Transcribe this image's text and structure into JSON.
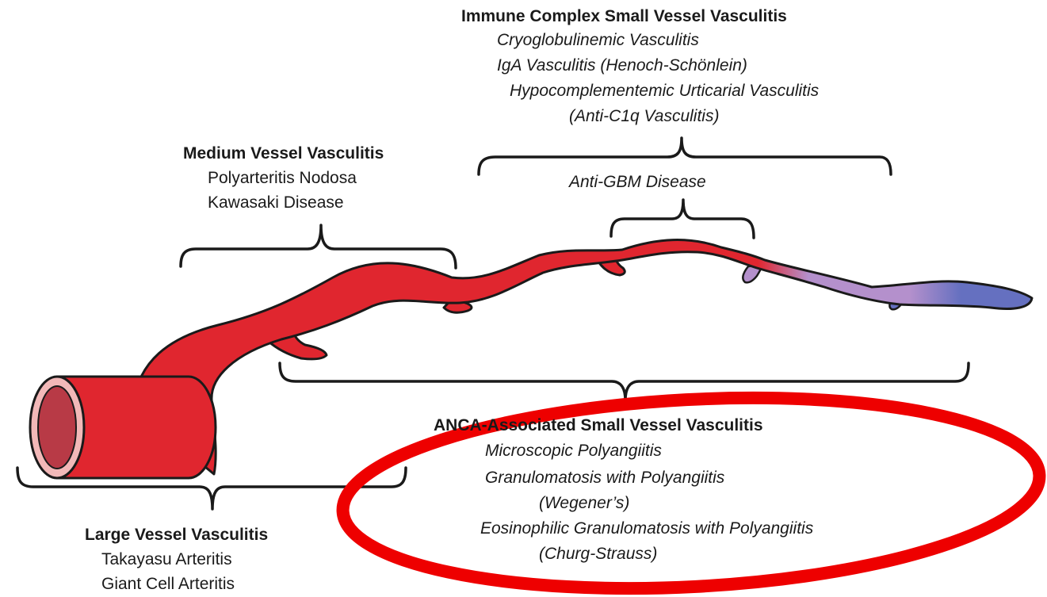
{
  "colors": {
    "artery": "#e0262f",
    "artery_inner": "#b83a46",
    "lumen_ring": "#f2b8b8",
    "capillary": "#b490cc",
    "vein": "#6570c0",
    "outline": "#1a1a1a",
    "highlight_ellipse": "#ee0000",
    "text": "#1a1a1a"
  },
  "immune_complex": {
    "heading": "Immune Complex  Small Vessel Vasculitis",
    "items": [
      "Cryoglobulinemic Vasculitis",
      "IgA Vasculitis (Henoch-Schönlein)",
      "Hypocomplementemic Urticarial Vasculitis",
      "(Anti-C1q Vasculitis)"
    ]
  },
  "anti_gbm": {
    "label": "Anti-GBM Disease"
  },
  "medium_vessel": {
    "heading": "Medium Vessel Vasculitis",
    "items": [
      "Polyarteritis Nodosa",
      "Kawasaki Disease"
    ]
  },
  "anca": {
    "heading": "ANCA-Associated Small Vessel Vasculitis",
    "items": [
      "Microscopic Polyangiitis",
      "Granulomatosis with Polyangiitis",
      "(Wegener’s)",
      "Eosinophilic Granulomatosis with Polyangiitis",
      "(Churg-Strauss)"
    ]
  },
  "large_vessel": {
    "heading": "Large Vessel Vasculitis",
    "items": [
      "Takayasu Arteritis",
      "Giant Cell Arteritis"
    ]
  }
}
